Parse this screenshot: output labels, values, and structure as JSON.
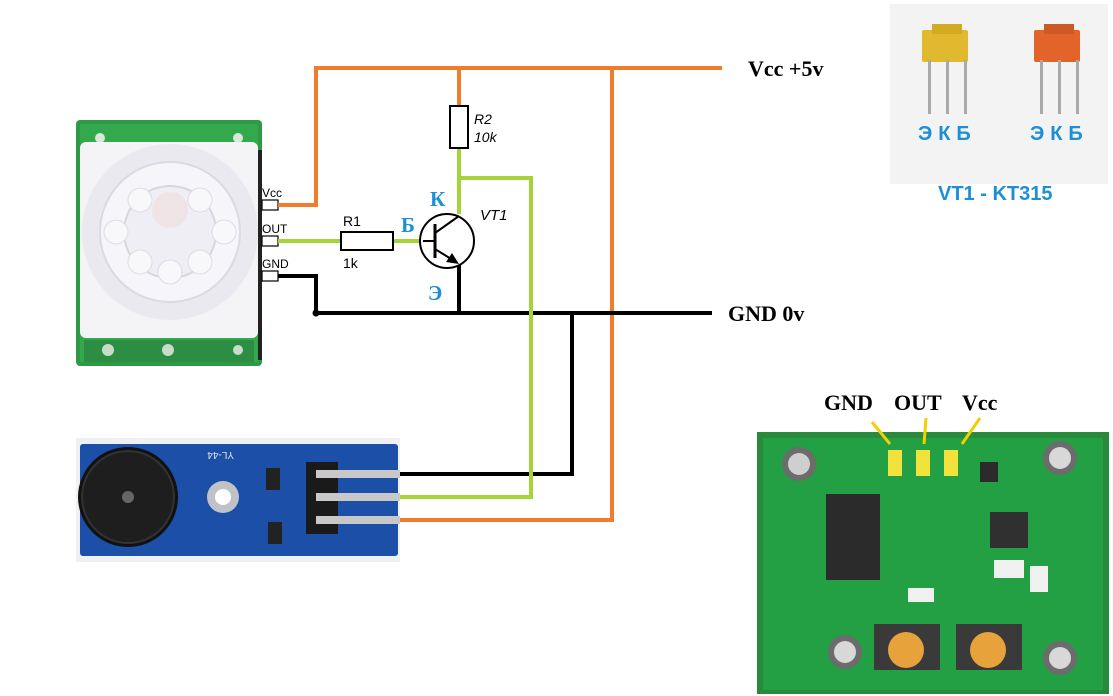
{
  "rails": {
    "vcc": "Vcc +5v",
    "gnd": "GND 0v"
  },
  "pir_pins": {
    "vcc": "Vcc",
    "out": "OUT",
    "gnd": "GND"
  },
  "r1": {
    "ref": "R1",
    "value": "1k"
  },
  "r2": {
    "ref": "R2",
    "value": "10k"
  },
  "transistor": {
    "ref": "VT1",
    "collector": "К",
    "base": "Б",
    "emitter": "Э"
  },
  "buzzer_module": {
    "model": "YL-44"
  },
  "photo_pinout": {
    "label_1": "ЭКБ",
    "label_2": "ЭКБ",
    "caption": "VT1 - KT315"
  },
  "pir_board_pins": {
    "gnd": "GND",
    "out": "OUT",
    "vcc": "Vcc"
  },
  "colors": {
    "vcc_wire": "#f07c2c",
    "gnd_wire": "#000000",
    "signal_wire": "#a6d23a",
    "label_blue": "#1c8fd6",
    "pcb_green": "#1f9a3a",
    "buzzer_pcb": "#1b4fa8"
  }
}
